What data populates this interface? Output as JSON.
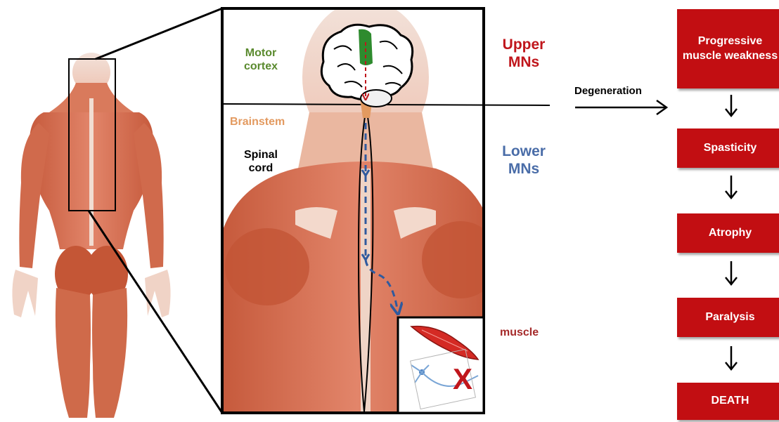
{
  "labels": {
    "motor_cortex": "Motor\ncortex",
    "upper_mns": "Upper\nMNs",
    "brainstem": "Brainstem",
    "spinal_cord": "Spinal\ncord",
    "lower_mns": "Lower\nMNs",
    "muscle": "muscle",
    "degeneration": "Degeneration",
    "x_mark": "X"
  },
  "flow": [
    "Progressive muscle weakness",
    "Spasticity",
    "Atrophy",
    "Paralysis",
    "DEATH"
  ],
  "colors": {
    "motor_cortex": "#5a8a2e",
    "upper_mns": "#c0161c",
    "brainstem": "#e39a60",
    "lower_mns": "#4a6da8",
    "muscle": "#a52a2a",
    "flow_box": "#c20e12",
    "skin": "#f4dbd0",
    "muscle_tissue": "#d66d4c",
    "muscle_dark": "#b24a2f",
    "tract": "#2f5a9e"
  },
  "icons": [
    "back-muscles-figure",
    "brain-icon",
    "muscle-fiber-icon",
    "neuron-icon"
  ]
}
